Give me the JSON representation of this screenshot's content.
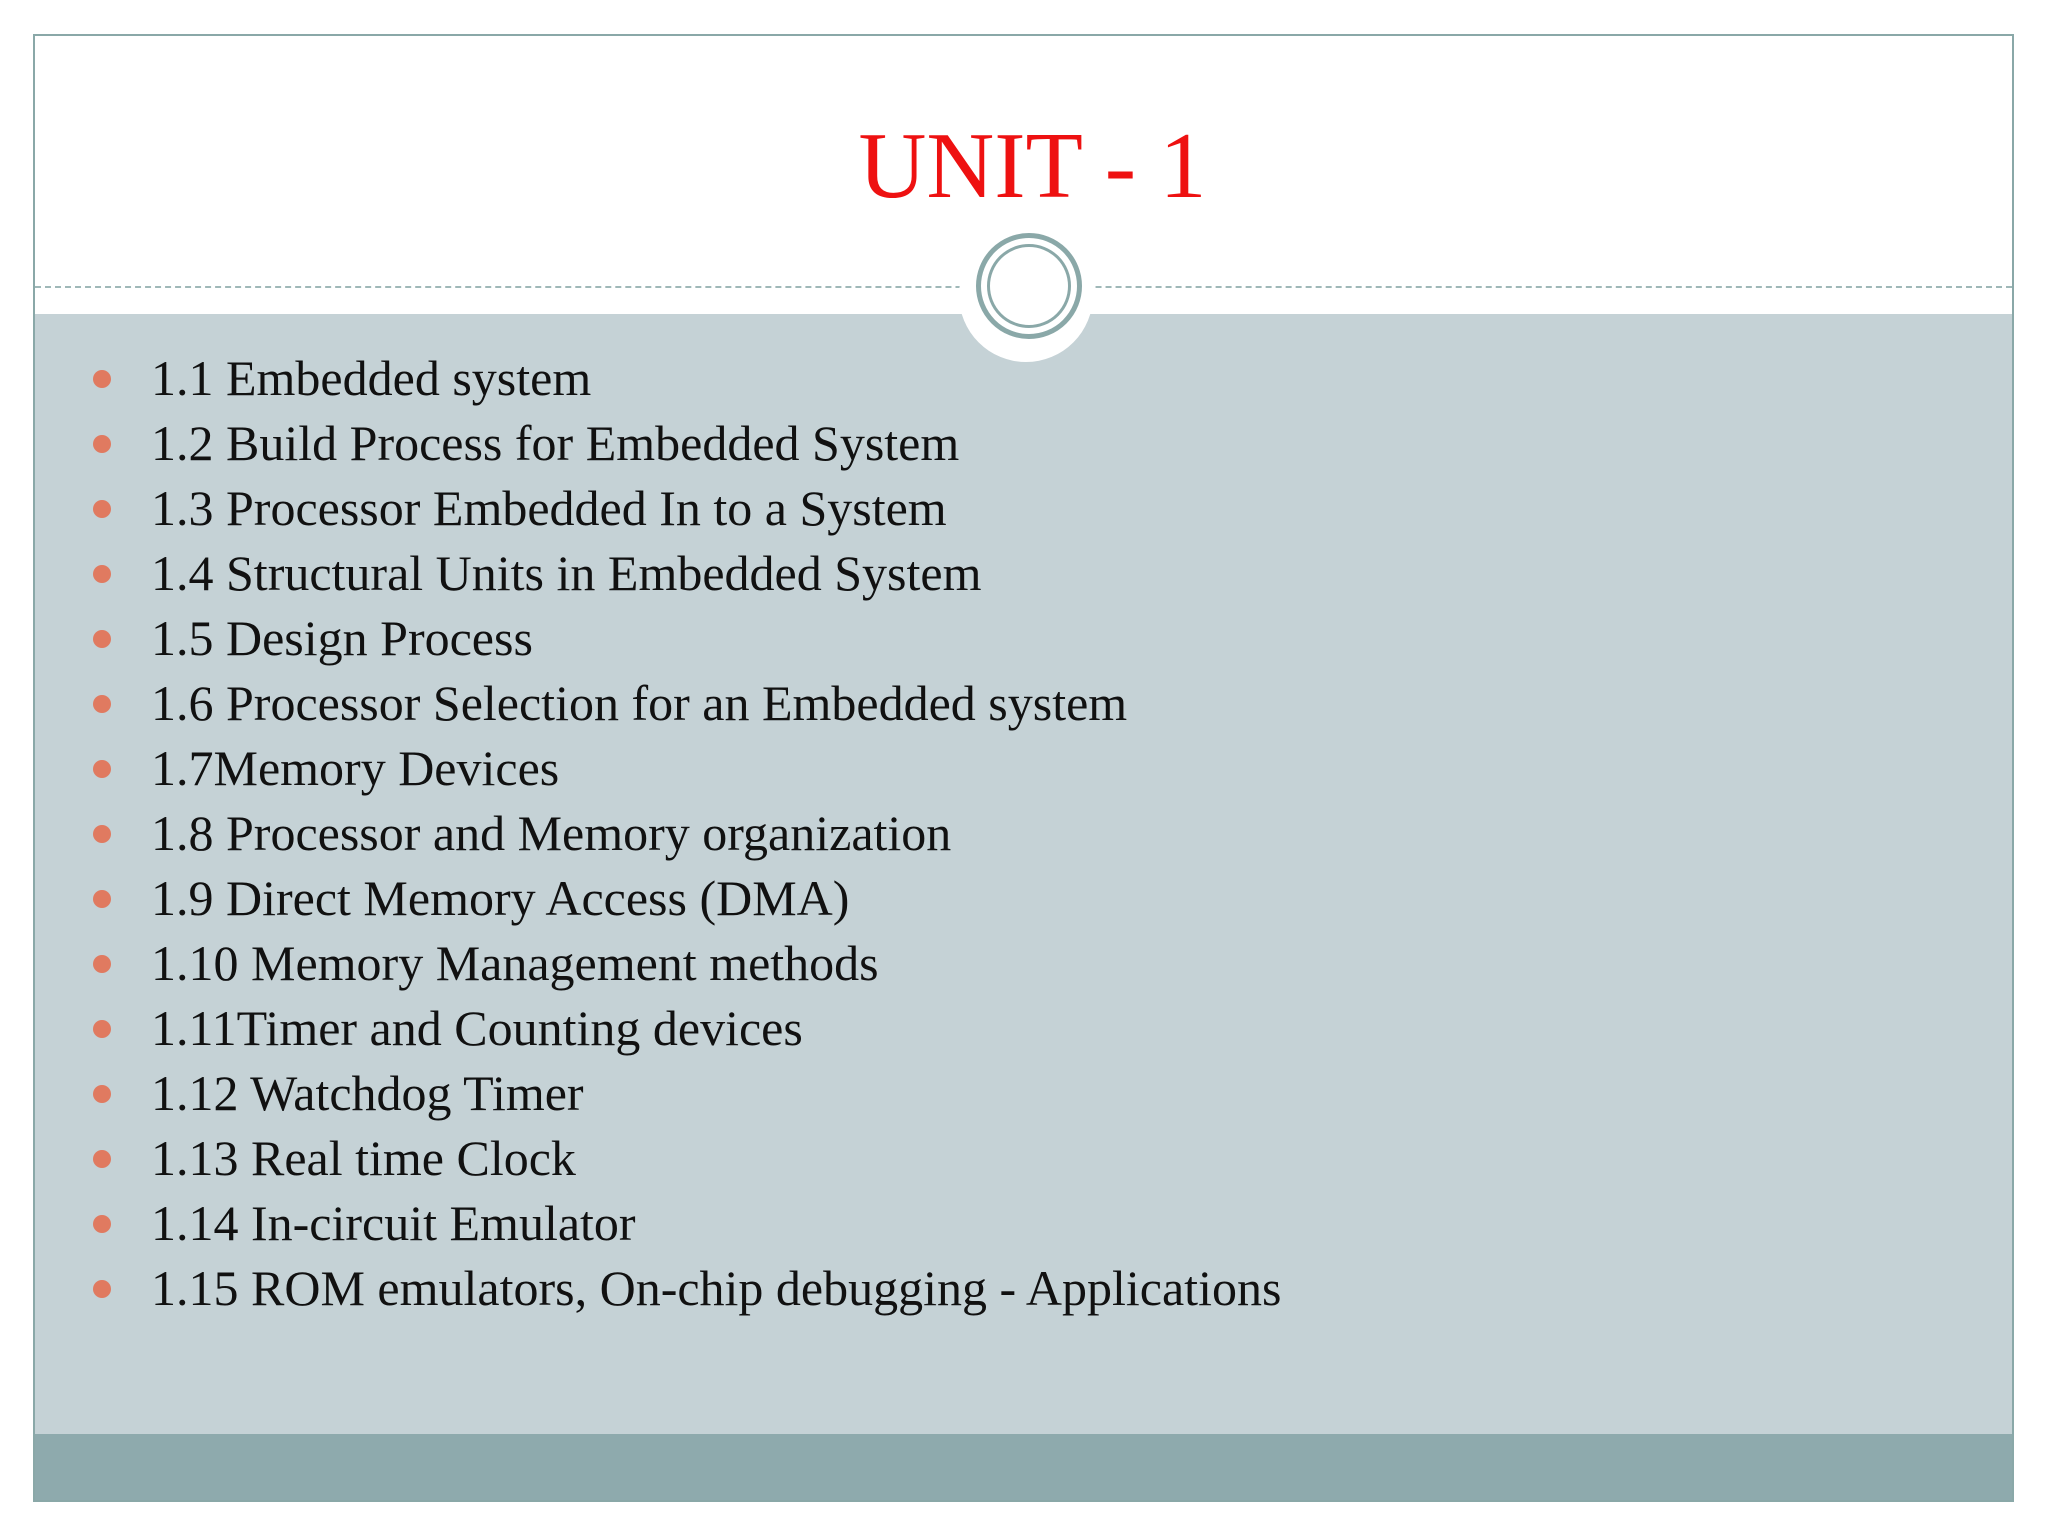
{
  "slide": {
    "title": "UNIT - 1",
    "topics": [
      "1.1 Embedded system",
      "1.2 Build Process for Embedded System",
      "1.3 Processor Embedded In to a System",
      "1.4 Structural Units in Embedded System",
      "1.5 Design Process",
      "1.6 Processor Selection for an Embedded system",
      "1.7Memory Devices",
      "1.8 Processor and Memory organization",
      "1.9 Direct Memory Access (DMA)",
      "1.10 Memory Management methods",
      "1.11Timer and Counting devices",
      "1.12 Watchdog Timer",
      "1.13 Real time Clock",
      "1.14 In-circuit Emulator",
      "1.15 ROM emulators, On-chip debugging - Applications"
    ]
  },
  "colors": {
    "title": "#ee1111",
    "content_panel": "#c5d2d6",
    "footer_band": "#8eaaad",
    "bullet": "#e07a60",
    "frame": "#8aa8a8"
  }
}
